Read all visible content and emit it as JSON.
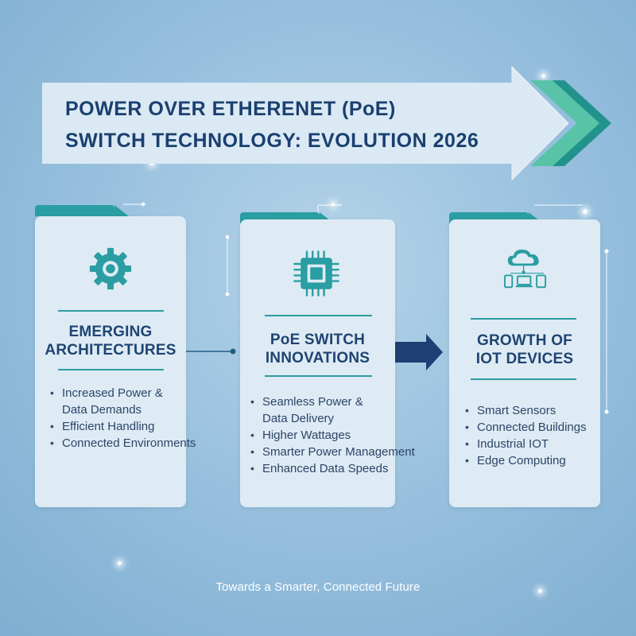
{
  "title": {
    "line1": "POWER OVER ETHERENET (PoE)",
    "line2": "SWITCH TECHNOLOGY: EVOLUTION 2026"
  },
  "cards": [
    {
      "heading": [
        "EMERGING",
        "ARCHITECTURES"
      ],
      "icon": "gear-icon",
      "bullets": [
        "Increased Power &",
        "Data Demands",
        "Efficient Handling",
        "Connected Environments"
      ]
    },
    {
      "heading": [
        "PoE SWITCH",
        "INNOVATIONS"
      ],
      "icon": "chip-icon",
      "bullets": [
        "Seamless Power &",
        "Data Delivery",
        "Higher Wattages",
        "Smarter Power Management",
        "Enhanced Data Speeds"
      ]
    },
    {
      "heading": [
        "GROWTH OF",
        "IOT DEVICES"
      ],
      "icon": "cloud-devices-icon",
      "bullets": [
        "Smart Sensors",
        "Connected Buildings",
        "Industrial IOT",
        "Edge Computing"
      ]
    }
  ],
  "footer": "Towards a Smarter, Connected Future",
  "colors": {
    "title_blue": "#1b3f70",
    "teal": "#2a9ea2",
    "arrow_navy": "#1d3f73",
    "card_bg": "#deebf4"
  }
}
